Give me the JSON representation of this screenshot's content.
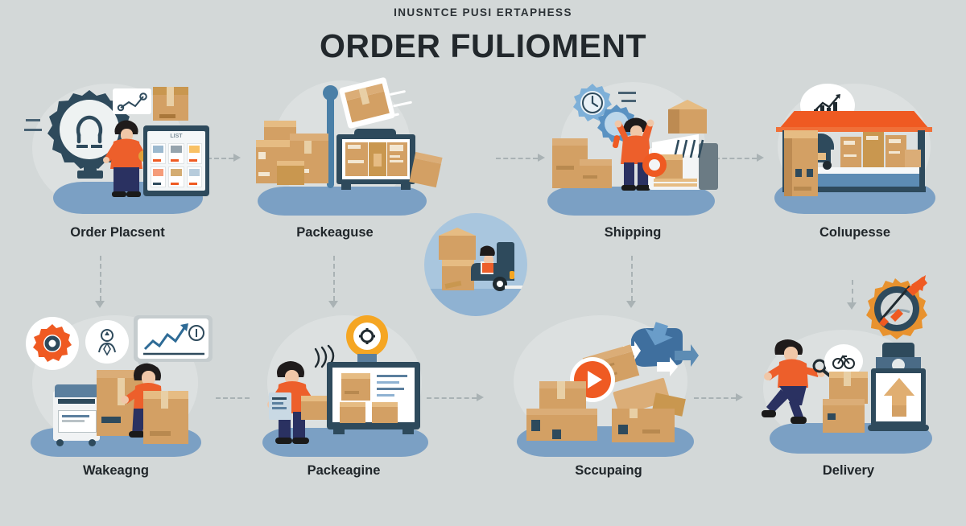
{
  "header": {
    "eyebrow": "INUSNTCE PUSI ERTAPHESS",
    "title": "ORDER FULIOMENT"
  },
  "colors": {
    "background": "#d3d8d8",
    "accent_orange": "#ef5a22",
    "accent_orange_light": "#f5a623",
    "dark_blue": "#2c4a5e",
    "mid_blue": "#4a7fa7",
    "ground_blue": "#7ba0c4",
    "box_face": "#d3a064",
    "box_top": "#e6bc83",
    "box_side": "#bd8b52",
    "text_dark": "#20262a",
    "connector_gray": "#a9b2b4"
  },
  "steps": [
    {
      "id": "order-placement",
      "label": "Order Placsent",
      "icons": [
        "gear-icon",
        "lightbulb-icon",
        "chart-card-icon",
        "box-icon",
        "tablet-catalog-icon",
        "person-icon"
      ],
      "catalog_header": "LIST"
    },
    {
      "id": "packaging-warehouse",
      "label": "Packeaguse",
      "icons": [
        "box-stack-icon",
        "shelf-display-icon",
        "flying-box-icon",
        "pole-icon"
      ]
    },
    {
      "id": "shipping",
      "label": "Shipping",
      "icons": [
        "gear-icon",
        "clock-icon",
        "magnifier-icon",
        "person-icon",
        "box-icon",
        "label-printer-icon"
      ]
    },
    {
      "id": "collection-point",
      "label": "Colıupesse",
      "icons": [
        "bar-chart-bubble-icon",
        "warehouse-stall-icon",
        "box-icon",
        "forklift-icon"
      ]
    },
    {
      "id": "warehousing",
      "label": "Wakeagng",
      "icons": [
        "gear-icon",
        "person-badge-icon",
        "growth-chart-bubble-icon",
        "machine-icon",
        "box-icon",
        "person-icon"
      ]
    },
    {
      "id": "packaging",
      "label": "Packeagine",
      "icons": [
        "scanner-target-icon",
        "wifi-icon",
        "person-icon",
        "clipboard-icon",
        "screen-boxes-icon"
      ]
    },
    {
      "id": "scanning",
      "label": "Sccupaing",
      "icons": [
        "play-button-icon",
        "box-icon",
        "open-box-icon",
        "arrow-cluster-icon"
      ]
    },
    {
      "id": "delivery",
      "label": "Delivery",
      "icons": [
        "target-dart-icon",
        "running-person-icon",
        "magnifier-icon",
        "box-icon",
        "upload-kiosk-icon",
        "up-arrow-icon"
      ]
    }
  ],
  "center_badge": {
    "id": "delivery-truck-badge",
    "icons": [
      "delivery-truck-icon",
      "driver-icon",
      "box-icon"
    ]
  },
  "connectors": [
    {
      "id": "c1",
      "from": "order-placement",
      "to": "packaging-warehouse",
      "direction": "right"
    },
    {
      "id": "c2",
      "from": "packaging-warehouse",
      "to": "shipping",
      "direction": "right"
    },
    {
      "id": "c3",
      "from": "shipping",
      "to": "collection-point",
      "direction": "right"
    },
    {
      "id": "c4",
      "from": "order-placement",
      "to": "warehousing",
      "direction": "down"
    },
    {
      "id": "c5",
      "from": "packaging-warehouse",
      "to": "packaging",
      "direction": "down"
    },
    {
      "id": "c6",
      "from": "shipping",
      "to": "scanning",
      "direction": "down"
    },
    {
      "id": "c7",
      "from": "collection-point",
      "to": "delivery",
      "direction": "down"
    },
    {
      "id": "c8",
      "from": "warehousing",
      "to": "packaging",
      "direction": "right"
    },
    {
      "id": "c9",
      "from": "packaging",
      "to": "scanning",
      "direction": "right"
    },
    {
      "id": "c10",
      "from": "scanning",
      "to": "delivery",
      "direction": "right"
    }
  ]
}
